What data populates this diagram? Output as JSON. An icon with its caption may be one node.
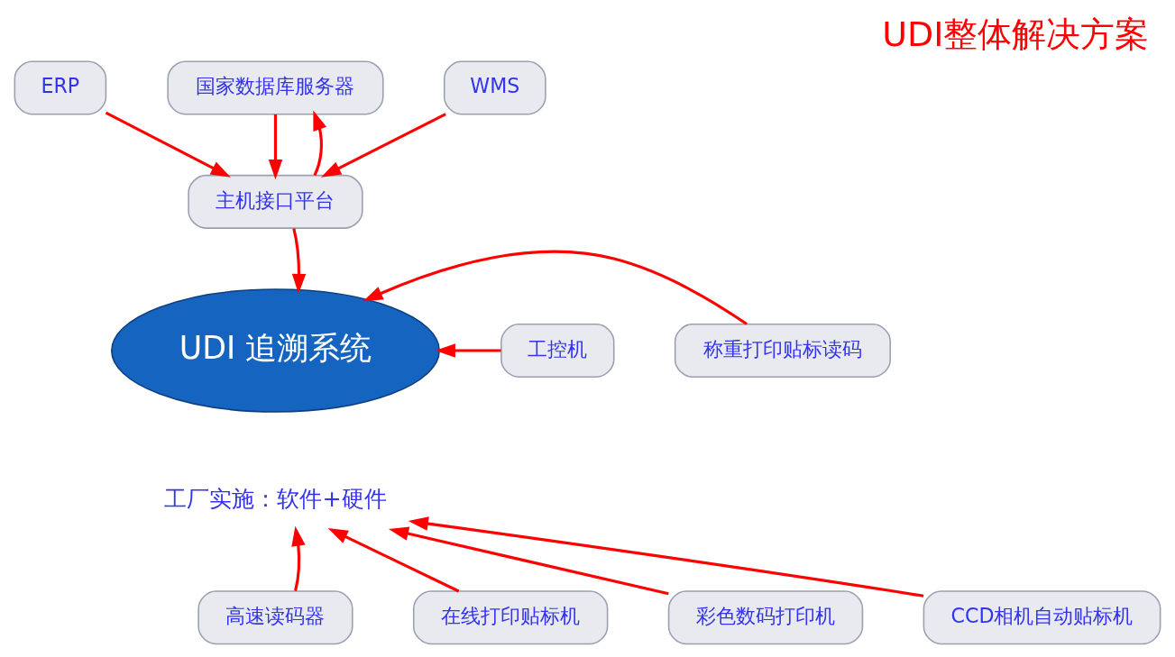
{
  "diagram": {
    "title": "UDI整体解决方案",
    "nodes": [
      {
        "text": [
          "ERP"
        ]
      },
      {
        "text": [
          "国家数据库服务器"
        ]
      },
      {
        "text": [
          "WMS"
        ]
      },
      {
        "text": [
          "主机接口平台"
        ]
      },
      {
        "text": [
          "UDI 追溯系统"
        ]
      },
      {
        "text": [
          "工控机"
        ]
      },
      {
        "text": [
          "称重打印贴标读码"
        ]
      },
      {
        "text": [
          "工厂实施：软件+硬件"
        ]
      },
      {
        "text": [
          "在线打印贴标机"
        ]
      },
      {
        "text": [
          "高速读码器"
        ]
      },
      {
        "text": [
          "彩色数码打印机"
        ]
      },
      {
        "text": [
          "CCD相机自动贴标机"
        ]
      }
    ],
    "edges": [
      {
        "from": 0,
        "to": 3,
        "arrow": "to"
      },
      {
        "from": 1,
        "to": 3,
        "arrow": "to"
      },
      {
        "from": 3,
        "to": 1,
        "arrow": "to"
      },
      {
        "from": 2,
        "to": 3,
        "arrow": "to"
      },
      {
        "from": 3,
        "to": 4,
        "arrow": "to"
      },
      {
        "from": 5,
        "to": 4,
        "arrow": "to"
      },
      {
        "from": 6,
        "to": 4,
        "arrow": "to"
      },
      {
        "from": 8,
        "to": 7,
        "arrow": "to"
      },
      {
        "from": 9,
        "to": 7,
        "arrow": "to"
      },
      {
        "from": 10,
        "to": 7,
        "arrow": "to"
      },
      {
        "from": 11,
        "to": 7,
        "arrow": "to"
      }
    ]
  }
}
